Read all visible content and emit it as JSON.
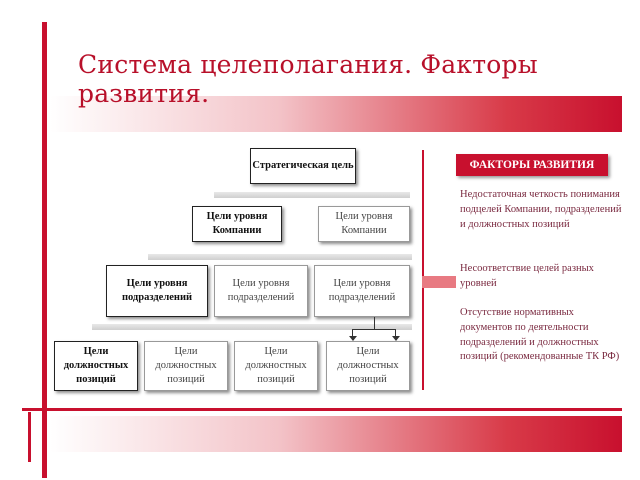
{
  "title": "Система целеполагания. Факторы развития.",
  "hierarchy": {
    "strategic": "Стратегическая цель",
    "company_level": [
      {
        "text": "Цели уровня Компании",
        "emphasis": true
      },
      {
        "text": "Цели уровня Компании",
        "emphasis": false
      }
    ],
    "department_level": [
      {
        "text": "Цели уровня подразделений",
        "emphasis": true
      },
      {
        "text": "Цели уровня подразделений",
        "emphasis": false
      },
      {
        "text": "Цели уровня подразделений",
        "emphasis": false
      }
    ],
    "position_level": [
      {
        "text": "Цели должностных позиций",
        "emphasis": true
      },
      {
        "text": "Цели должностных позиций",
        "emphasis": false
      },
      {
        "text": "Цели должностных позиций",
        "emphasis": false
      },
      {
        "text": "Цели должностных позиций",
        "emphasis": false
      }
    ]
  },
  "factors": {
    "title": "ФАКТОРЫ РАЗВИТИЯ",
    "items": [
      "Недостаточная четкость понимания подцелей Компании, подразделений и должностных позиций",
      "Несоответствие целей разных уровней",
      "Отсутствие нормативных документов по деятельности подразделений и должностных позиций (рекомендованные ТК РФ)"
    ]
  },
  "colors": {
    "accent": "#c8102e",
    "title_text": "#b8102a",
    "factor_text": "#7a2a40",
    "pointer": "#e87a82"
  }
}
